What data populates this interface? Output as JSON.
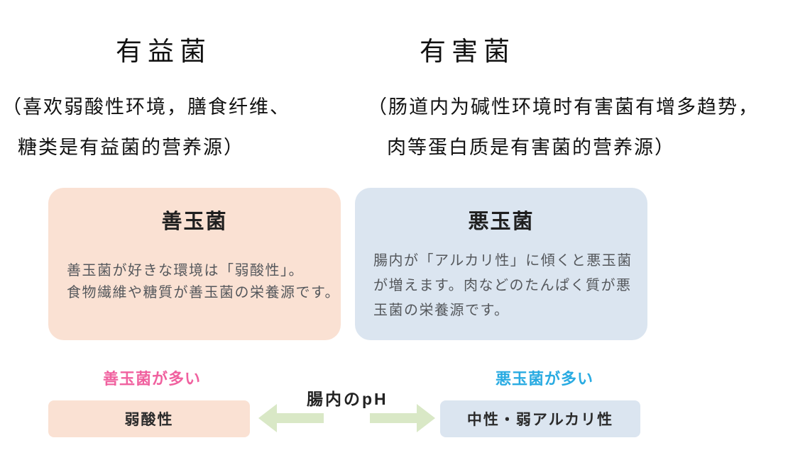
{
  "page": {
    "background_color": "#ffffff"
  },
  "columns": {
    "left": {
      "heading": "有益菌",
      "note_line1": "（喜欢弱酸性环境，膳食纤维、",
      "note_line2": "糖类是有益菌的营养源）"
    },
    "right": {
      "heading": "有害菌",
      "note_line1": "（肠道内为碱性环境时有害菌有增多趋势，",
      "note_line2": "肉等蛋白质是有害菌的营养源）"
    }
  },
  "cards": {
    "good": {
      "title": "善玉菌",
      "body_line1": "善玉菌が好きな環境は「弱酸性」。",
      "body_line2": "食物繊維や糖質が善玉菌の栄養源です。",
      "bg_color": "#fae1d3"
    },
    "bad": {
      "title": "悪玉菌",
      "body_line1": "腸内が「アルカリ性」に傾くと悪玉菌",
      "body_line2": "が増えます。肉などのたんぱく質が悪",
      "body_line3": "玉菌の栄養源です。",
      "bg_color": "#dbe5f0"
    }
  },
  "ph_scale": {
    "left_label": "善玉菌が多い",
    "left_label_color": "#f0619f",
    "center_label": "腸内のpH",
    "right_label": "悪玉菌が多い",
    "right_label_color": "#29abe2",
    "left_box_label": "弱酸性",
    "left_box_color": "#fae1d3",
    "right_box_label": "中性・弱アルカリ性",
    "right_box_color": "#dbe5f0",
    "arrow_color": "#d9e8c6"
  }
}
